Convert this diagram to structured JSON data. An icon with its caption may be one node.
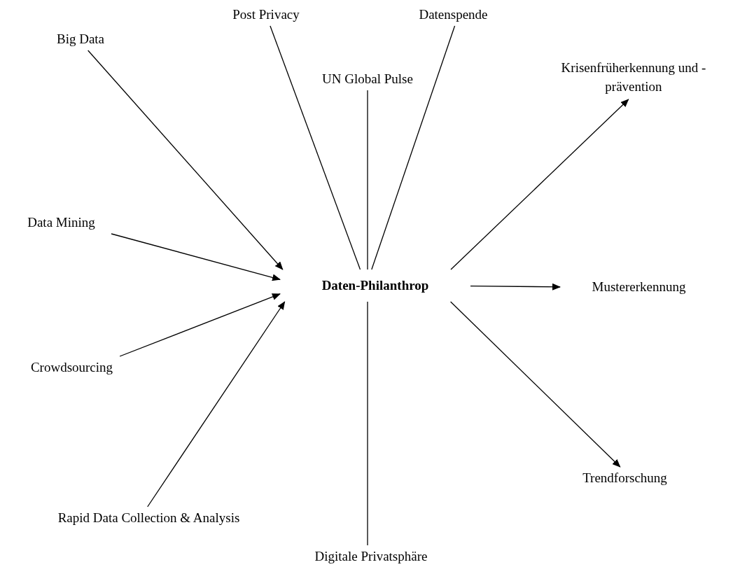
{
  "diagram": {
    "nodes": [
      {
        "text": [
          "Daten-Philanthrop"
        ]
      },
      {
        "text": [
          "Big Data"
        ]
      },
      {
        "text": [
          "Post Privacy"
        ]
      },
      {
        "text": [
          "Datenspende"
        ]
      },
      {
        "text": [
          "UN Global Pulse"
        ]
      },
      {
        "text": [
          "Krisenfrüherkennung und -prävention"
        ]
      },
      {
        "text": [
          "Data Mining"
        ]
      },
      {
        "text": [
          "Mustererkennung"
        ]
      },
      {
        "text": [
          "Crowdsourcing"
        ]
      },
      {
        "text": [
          "Trendforschung"
        ]
      },
      {
        "text": [
          "Rapid Data Collection & Analysis"
        ]
      },
      {
        "text": [
          "Digitale Privatsphäre"
        ]
      }
    ],
    "edges": [
      {
        "from": 1,
        "to": 0,
        "arrow": "to"
      },
      {
        "from": 2,
        "to": 0,
        "arrow": "none"
      },
      {
        "from": 3,
        "to": 0,
        "arrow": "none"
      },
      {
        "from": 4,
        "to": 0,
        "arrow": "none"
      },
      {
        "from": 6,
        "to": 0,
        "arrow": "to"
      },
      {
        "from": 8,
        "to": 0,
        "arrow": "to"
      },
      {
        "from": 10,
        "to": 0,
        "arrow": "to"
      },
      {
        "from": 0,
        "to": 11,
        "arrow": "none"
      },
      {
        "from": 0,
        "to": 5,
        "arrow": "to"
      },
      {
        "from": 0,
        "to": 7,
        "arrow": "to"
      },
      {
        "from": 0,
        "to": 9,
        "arrow": "to"
      }
    ]
  }
}
